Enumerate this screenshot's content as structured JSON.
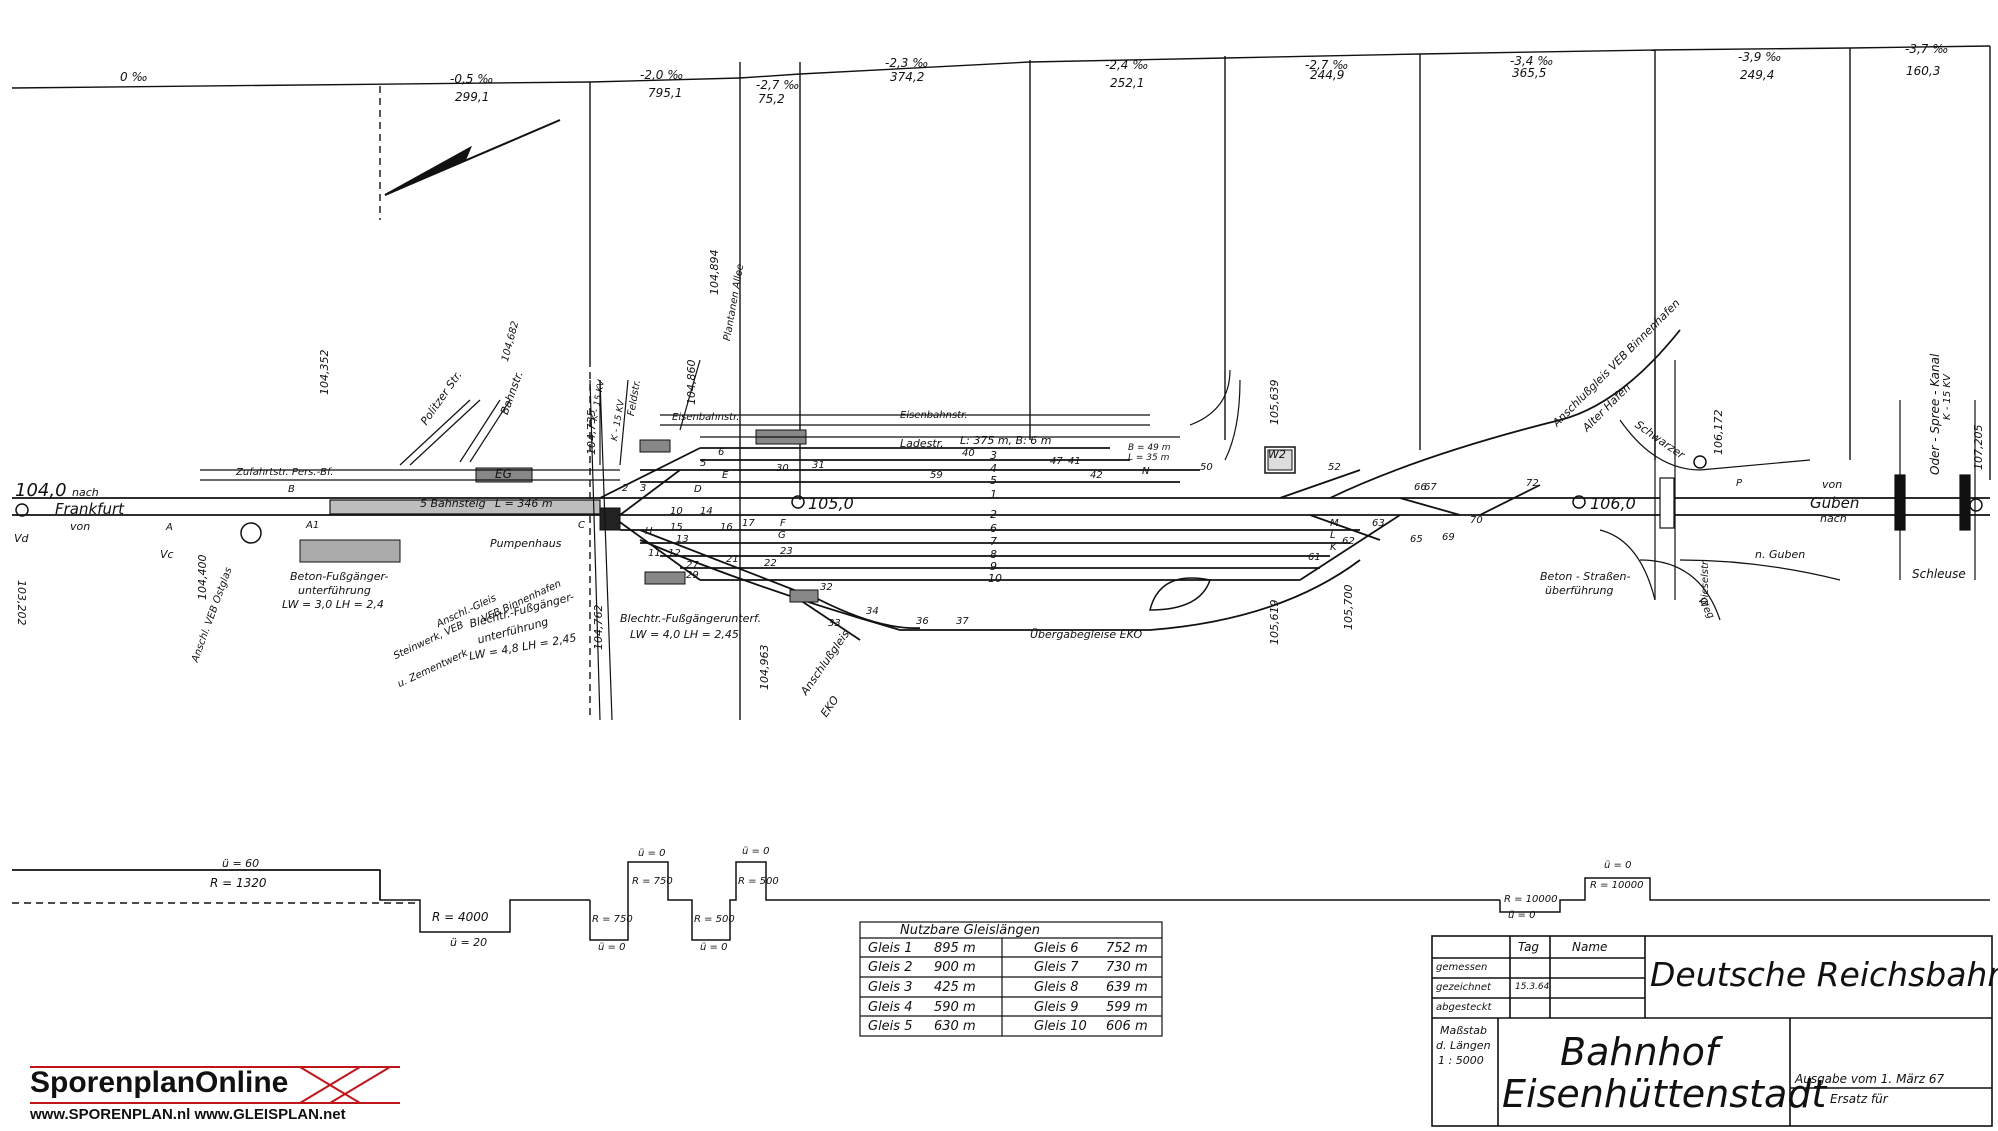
{
  "gradients": [
    {
      "grade": "0 ‰",
      "length": ""
    },
    {
      "grade": "-0,5 ‰",
      "length": "299,1"
    },
    {
      "grade": "-2,0 ‰",
      "length": "795,1"
    },
    {
      "grade": "-2,7 ‰",
      "length": "75,2"
    },
    {
      "grade": "-2,3 ‰",
      "length": "374,2"
    },
    {
      "grade": "-2,4 ‰",
      "length": "252,1"
    },
    {
      "grade": "-2,7 ‰",
      "length": "244,9"
    },
    {
      "grade": "-3,4 ‰",
      "length": "365,5"
    },
    {
      "grade": "-3,9 ‰",
      "length": "249,4"
    },
    {
      "grade": "-3,7 ‰",
      "length": "160,3"
    }
  ],
  "km_marks": {
    "left": "104,0",
    "mid1": "105,0",
    "mid2": "106,0",
    "k104352": "104,352",
    "k104682": "104,682",
    "k104735": "104,735",
    "k104860": "104,860",
    "k104894": "104,894",
    "k104963": "104,963",
    "k103202": "103,202",
    "k104400": "104,400",
    "k104762": "104,762",
    "k105619": "105,619",
    "k105700": "105,700",
    "k105639": "105,639",
    "k106172": "106,172",
    "k107205": "107,205"
  },
  "directions": {
    "nach_left": "nach",
    "frankfurt": "Frankfurt",
    "von_left": "von",
    "von_right": "von",
    "guben": "Guben",
    "nach_right": "nach",
    "n_guben": "n. Guben"
  },
  "streets": {
    "politzer": "Politzer Str.",
    "bahnstr": "Bahnstr.",
    "feldstr": "Feldstr.",
    "plantanen": "Plantanen Allee",
    "eisenbahnstr1": "Eisenbahnstr.",
    "eisenbahnstr2": "Eisenbahnstr.",
    "zufahrt": "Zufahrtstr. Pers.-Bf.",
    "ladestr": "Ladestr.",
    "ladestr_dim": "L: 375 m, B: 6 m",
    "dieselstr": "Dieselstr.",
    "schwarzer": "Schwarzer",
    "weg": "Weg"
  },
  "labels": {
    "bahnsteig": "5 Bahnsteig",
    "bahnsteig_len": "L = 346 m",
    "eg": "EG",
    "pumpenhaus": "Pumpenhaus",
    "kv1": "K - 15 KV",
    "kv2": "K - 15 KV",
    "kv3": "K - 15 KV",
    "beton_fuss": "Beton-Fußgänger-",
    "beton_fuss2": "unterführung",
    "beton_fuss_dim": "LW = 3,0  LH = 2,4",
    "anschl_ostglas": "Anschl. VEB Ostglas",
    "anschl_gleis": "Anschl.-Gleis",
    "binnenhafen": "VEB Binnenhafen",
    "steinwerk": "Steinwerk, VEB",
    "zementwerk": "u. Zementwerk",
    "blech1": "Blechtr.-Fußgänger-",
    "blech1b": "unterführung",
    "blech1_dim": "LW = 4,8  LH = 2,45",
    "blech2": "Blechtr.-Fußgängerunterf.",
    "blech2_dim": "LW = 4,0  LH = 2,45",
    "anschluss_eko": "Anschlußgleis",
    "eko": "EKO",
    "uebergabe": "Übergabegleise EKO",
    "anschluss_binnen": "Anschlußgleis VEB Binnenhafen",
    "alter_hafen": "Alter Hafen",
    "beton_strasse": "Beton - Straßen-",
    "beton_strasse2": "überführung",
    "oder_spree": "Oder - Spree - Kanal",
    "schleuse": "Schleuse",
    "w2": "W2",
    "ladestr_box": "B = 49 m",
    "ladestr_box2": "L = 35 m"
  },
  "track_numbers": [
    "1",
    "2",
    "3",
    "4",
    "5",
    "6",
    "7",
    "8",
    "9",
    "10"
  ],
  "switch_numbers": [
    "2",
    "3",
    "5",
    "6",
    "10",
    "11",
    "12",
    "13",
    "14",
    "15",
    "16",
    "17",
    "21",
    "22",
    "23",
    "27",
    "29",
    "30",
    "31",
    "32",
    "33",
    "34",
    "36",
    "37",
    "40",
    "41",
    "42",
    "47",
    "50",
    "52",
    "59",
    "61",
    "62",
    "63",
    "65",
    "66",
    "67",
    "69",
    "70",
    "72"
  ],
  "signals": [
    "A",
    "A1",
    "B",
    "C",
    "D",
    "E",
    "F",
    "G",
    "H",
    "K",
    "L",
    "M",
    "N",
    "P",
    "Vd",
    "Vc"
  ],
  "curves": [
    {
      "r": "R = 1320",
      "u": "ü = 60"
    },
    {
      "r": "R = 4000",
      "u": "ü = 20"
    },
    {
      "r": "R = 750",
      "u": "ü = 0"
    },
    {
      "r": "R = 750",
      "u": "ü = 0"
    },
    {
      "r": "R = 500",
      "u": "ü = 0"
    },
    {
      "r": "R = 500",
      "u": "ü = 0"
    },
    {
      "r": "R = 10000",
      "u": "ü = 0"
    },
    {
      "r": "R = 10000",
      "u": "ü = 0"
    }
  ],
  "lengths_table": {
    "title": "Nutzbare   Gleislängen",
    "left": [
      {
        "label": "Gleis 1",
        "value": "895 m"
      },
      {
        "label": "Gleis 2",
        "value": "900 m"
      },
      {
        "label": "Gleis 3",
        "value": "425 m"
      },
      {
        "label": "Gleis 4",
        "value": "590 m"
      },
      {
        "label": "Gleis 5",
        "value": "630 m"
      }
    ],
    "right": [
      {
        "label": "Gleis 6",
        "value": "752 m"
      },
      {
        "label": "Gleis 7",
        "value": "730 m"
      },
      {
        "label": "Gleis 8",
        "value": "639 m"
      },
      {
        "label": "Gleis 9",
        "value": "599 m"
      },
      {
        "label": "Gleis 10",
        "value": "606 m"
      }
    ]
  },
  "title_block": {
    "col_tag": "Tag",
    "col_name": "Name",
    "row_gemessen": "gemessen",
    "row_gezeichnet": "gezeichnet",
    "row_abgesteckt": "abgesteckt",
    "gezeichnet_tag": "15.3.64",
    "massstab1": "Maßstab",
    "massstab2": "d. Längen",
    "massstab3": "1 : 5000",
    "org": "Deutsche Reichsbahn",
    "station1": "Bahnhof",
    "station2": "Eisenhüttenstadt",
    "ausgabe": "Ausgabe vom 1. März 67",
    "ersatz": "Ersatz für"
  },
  "logo": {
    "main": "SporenplanOnline",
    "sub": "www.SPORENPLAN.nl  www.GLEISPLAN.net"
  }
}
